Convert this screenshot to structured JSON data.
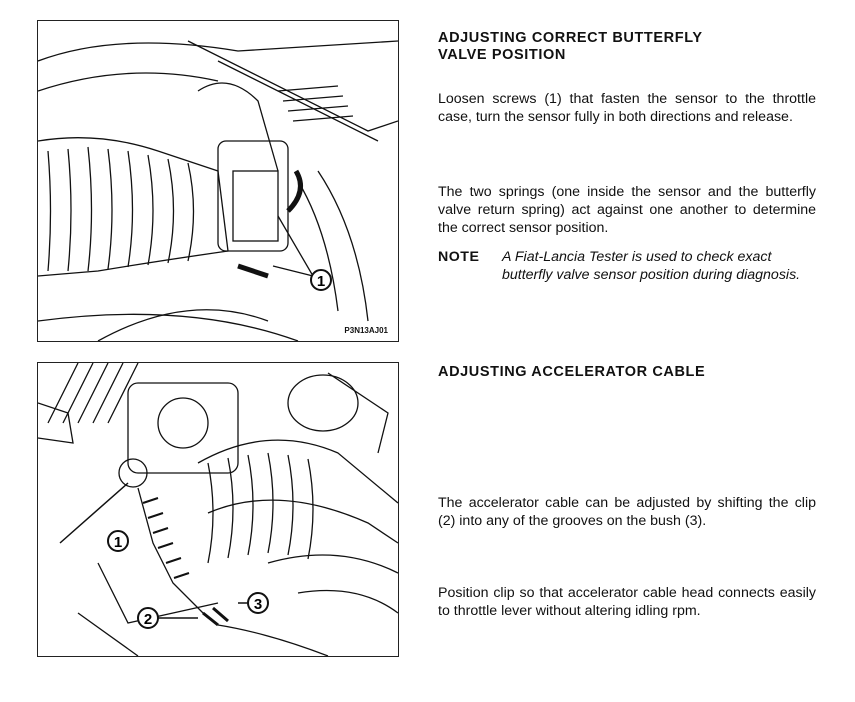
{
  "figures": [
    {
      "code": "P3N13AJ01",
      "callouts": [
        "1"
      ]
    },
    {
      "callouts": [
        "1",
        "2",
        "3"
      ]
    }
  ],
  "section1": {
    "heading_line1": "ADJUSTING CORRECT BUTTERFLY",
    "heading_line2": "VALVE POSITION",
    "para1": "Loosen screws (1) that fasten the sensor to the throttle case, turn the sensor fully in both directions and release.",
    "para2": "The two springs (one inside the sensor and the butterfly valve return spring) act against one another to determine the correct sensor position.",
    "note_label": "NOTE",
    "note_text": "A Fiat-Lancia Tester is used to check exact butterfly valve sensor position during diagnosis."
  },
  "section2": {
    "heading": "ADJUSTING ACCELERATOR CABLE",
    "para1": "The accelerator cable can be adjusted by shifting the clip (2) into any of the grooves on the bush (3).",
    "para2": "Position clip so that accelerator cable head connects easily to throttle lever without altering idling rpm."
  }
}
